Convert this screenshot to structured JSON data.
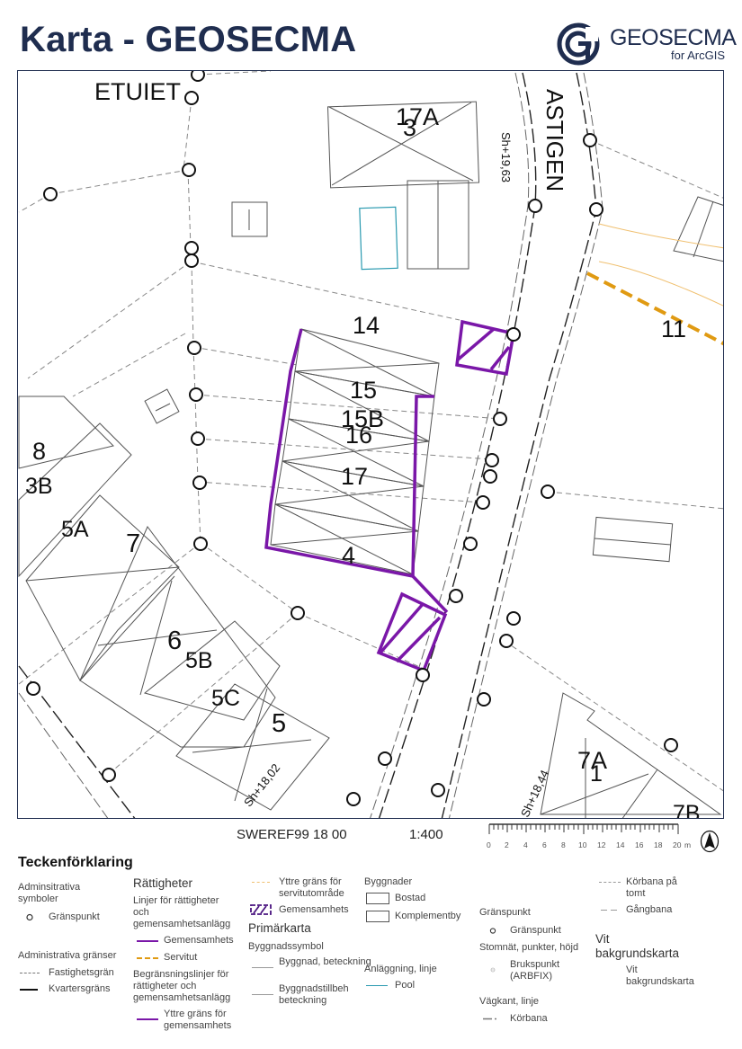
{
  "header": {
    "title": "Karta - GEOSECMA",
    "logo": {
      "icon": "geosecma-g-logo-icon",
      "name": "GEOSECMA",
      "sub": "for ArcGIS",
      "color": "#1f2d4f"
    }
  },
  "map": {
    "labels": {
      "street_1": "ETUIET",
      "street_2": "ASTIGEN",
      "p17a": "17A",
      "p3": "3",
      "p14": "14",
      "p15": "15",
      "p15b": "15B",
      "p16": "16",
      "p17": "17",
      "p4": "4",
      "p11": "11",
      "p8": "8",
      "p3b": "3B",
      "p5a": "5A",
      "p7": "7",
      "p6": "6",
      "p5b": "5B",
      "p5c": "5C",
      "p5": "5",
      "p7a": "7A",
      "p1": "1",
      "p7b": "7B",
      "h1": "Sh+19,63",
      "h2": "Sh+18,02",
      "h3": "Sh+18,44"
    },
    "colors": {
      "gemensamhet": "#7a17a8",
      "servitut": "#e09a12",
      "servitut_thin": "#f0c070",
      "pool": "#2a9ab0",
      "building": "#555555",
      "boundary": "#888888",
      "frame": "#1f2d4f"
    }
  },
  "footer": {
    "crs": "SWEREF99 18 00",
    "scale": "1:400",
    "scalebar": {
      "ticks": [
        "0",
        "2",
        "4",
        "6",
        "8",
        "10",
        "12",
        "14",
        "16",
        "18",
        "20"
      ],
      "unit": "m"
    },
    "north_arrow": "north-arrow-icon"
  },
  "legend": {
    "title": "Teckenförklaring",
    "col1": {
      "adm_symbols_heading": "Adminsitrativa symboler",
      "granspunkt": "Gränspunkt",
      "adm_borders_heading": "Administrativa gränser",
      "fastighetsgrans": "Fastighetsgrän",
      "kvartersgrans": "Kvartersgräns"
    },
    "col2": {
      "heading": "Rättigheter",
      "lines_heading": "Linjer för rättigheter och gemensamhetsanlägg",
      "gemensamhets": "Gemensamhets",
      "servitut": "Servitut",
      "limit_heading": "Begränsningslinjer för rättigheter och gemensamhetsanlägg",
      "yttre_gem": "Yttre gräns för gemensamhets"
    },
    "col3": {
      "yttre_serv": "Yttre gräns för servitutområde",
      "gem_area": "Gemensamhets",
      "primarkarta": "Primärkarta",
      "byggnadssymbol": "Byggnadssymbol",
      "byggnad_bet": "Byggnad, beteckning",
      "byggtillbeh": "Byggnadstillbeh beteckning"
    },
    "col4": {
      "byggnader_heading": "Byggnader",
      "bostad": "Bostad",
      "komplementby": "Komplementby",
      "anlaggning_heading": "Anläggning, linje",
      "pool": "Pool"
    },
    "col5": {
      "granspunkt_heading": "Gränspunkt",
      "granspunkt": "Gränspunkt",
      "stomnat_heading": "Stomnät, punkter, höjd",
      "brukspunkt": "Brukspunkt (ARBFIX)",
      "vagkant_heading": "Vägkant, linje",
      "korbana": "Körbana"
    },
    "col6": {
      "korbana_tomt": "Körbana på tomt",
      "gangbana": "Gångbana",
      "vit_heading": "Vit bakgrundskarta",
      "vit_item": "Vit bakgrundskarta"
    }
  }
}
